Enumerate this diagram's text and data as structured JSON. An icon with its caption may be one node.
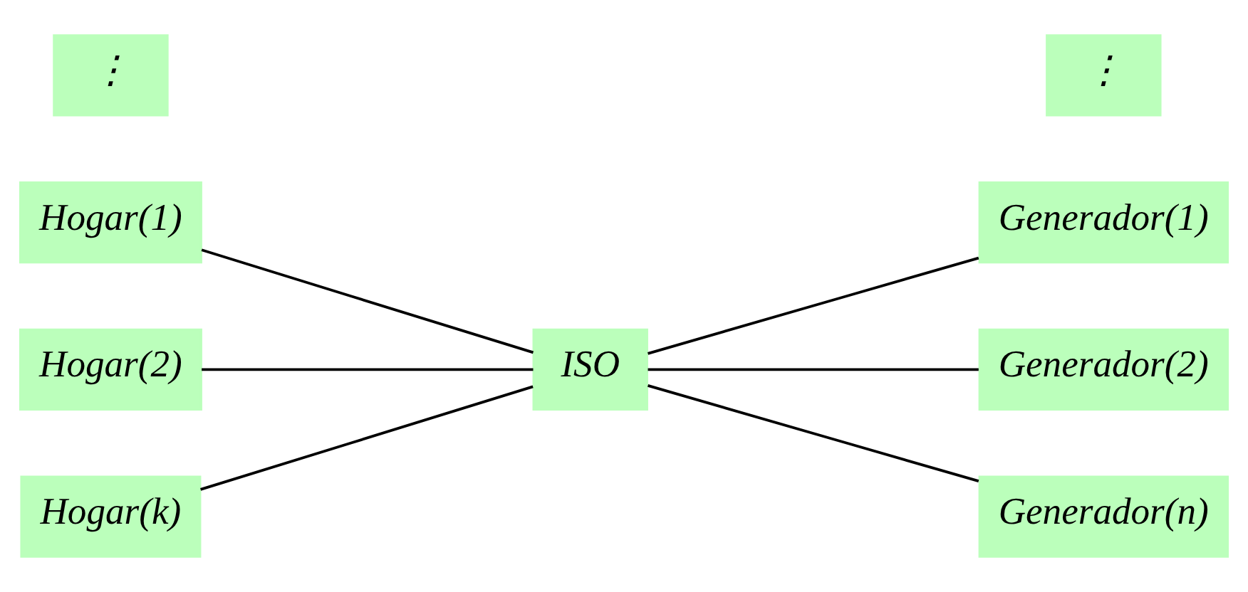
{
  "diagram": {
    "nodes": [
      {
        "text": [
          "Hogar(1)"
        ]
      },
      {
        "text": [
          "Hogar(2)"
        ]
      },
      {
        "text": [
          "⋮"
        ]
      },
      {
        "text": [
          "Hogar(k)"
        ]
      },
      {
        "text": [
          "ISO"
        ]
      },
      {
        "text": [
          "Generador(1)"
        ]
      },
      {
        "text": [
          "Generador(2)"
        ]
      },
      {
        "text": [
          "⋮"
        ]
      },
      {
        "text": [
          "Generador(n)"
        ]
      }
    ],
    "edges": [
      {
        "from": 0,
        "to": 4,
        "arrow": "none"
      },
      {
        "from": 1,
        "to": 4,
        "arrow": "none"
      },
      {
        "from": 3,
        "to": 4,
        "arrow": "none"
      },
      {
        "from": 4,
        "to": 5,
        "arrow": "none"
      },
      {
        "from": 4,
        "to": 6,
        "arrow": "none"
      },
      {
        "from": 4,
        "to": 8,
        "arrow": "none"
      }
    ]
  }
}
